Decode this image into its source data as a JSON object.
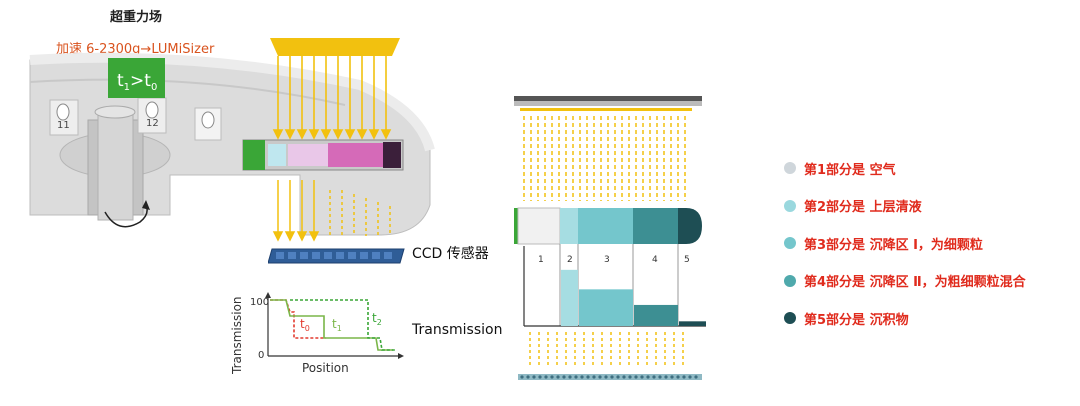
{
  "header": {
    "title": "超重力场",
    "subtitle": "加速 6-2300g→LUMiSizer"
  },
  "centrifuge": {
    "time_box": {
      "t": "t",
      "sub1": "1",
      "gt": ">",
      "sub0": "0"
    },
    "tube_numbers": [
      "11",
      "12"
    ]
  },
  "labels": {
    "ccd": "CCD 传感器",
    "transmission": "Transmission"
  },
  "mini_chart": {
    "ylabel": "Transmission",
    "xlabel": "Position",
    "y_top": "100",
    "y_bottom": "0",
    "curve_labels": [
      {
        "t": "t",
        "sub": "0"
      },
      {
        "t": "t",
        "sub": "1"
      },
      {
        "t": "t",
        "sub": "2"
      }
    ]
  },
  "cuvette": {
    "zones": [
      "1",
      "2",
      "3",
      "4",
      "5"
    ],
    "profile_levels": [
      0.0,
      0.72,
      0.47,
      0.27,
      0.06
    ]
  },
  "legend": [
    {
      "text": "第1部分是 空气",
      "color": "#cfd6db"
    },
    {
      "text": "第2部分是 上层清液",
      "color": "#9ad8de"
    },
    {
      "text": "第3部分是 沉降区 Ⅰ，为细颗粒",
      "color": "#74c6cc"
    },
    {
      "text": "第4部分是 沉降区 Ⅱ，为粗细颗粒混合",
      "color": "#4fa9ac"
    },
    {
      "text": "第5部分是 沉积物",
      "color": "#1e4e54"
    }
  ],
  "colors": {
    "accent_orange": "#d9531e",
    "legend_red": "#e02b1d",
    "beam_yellow": "#f2c10f",
    "green_box": "#3aa637"
  }
}
